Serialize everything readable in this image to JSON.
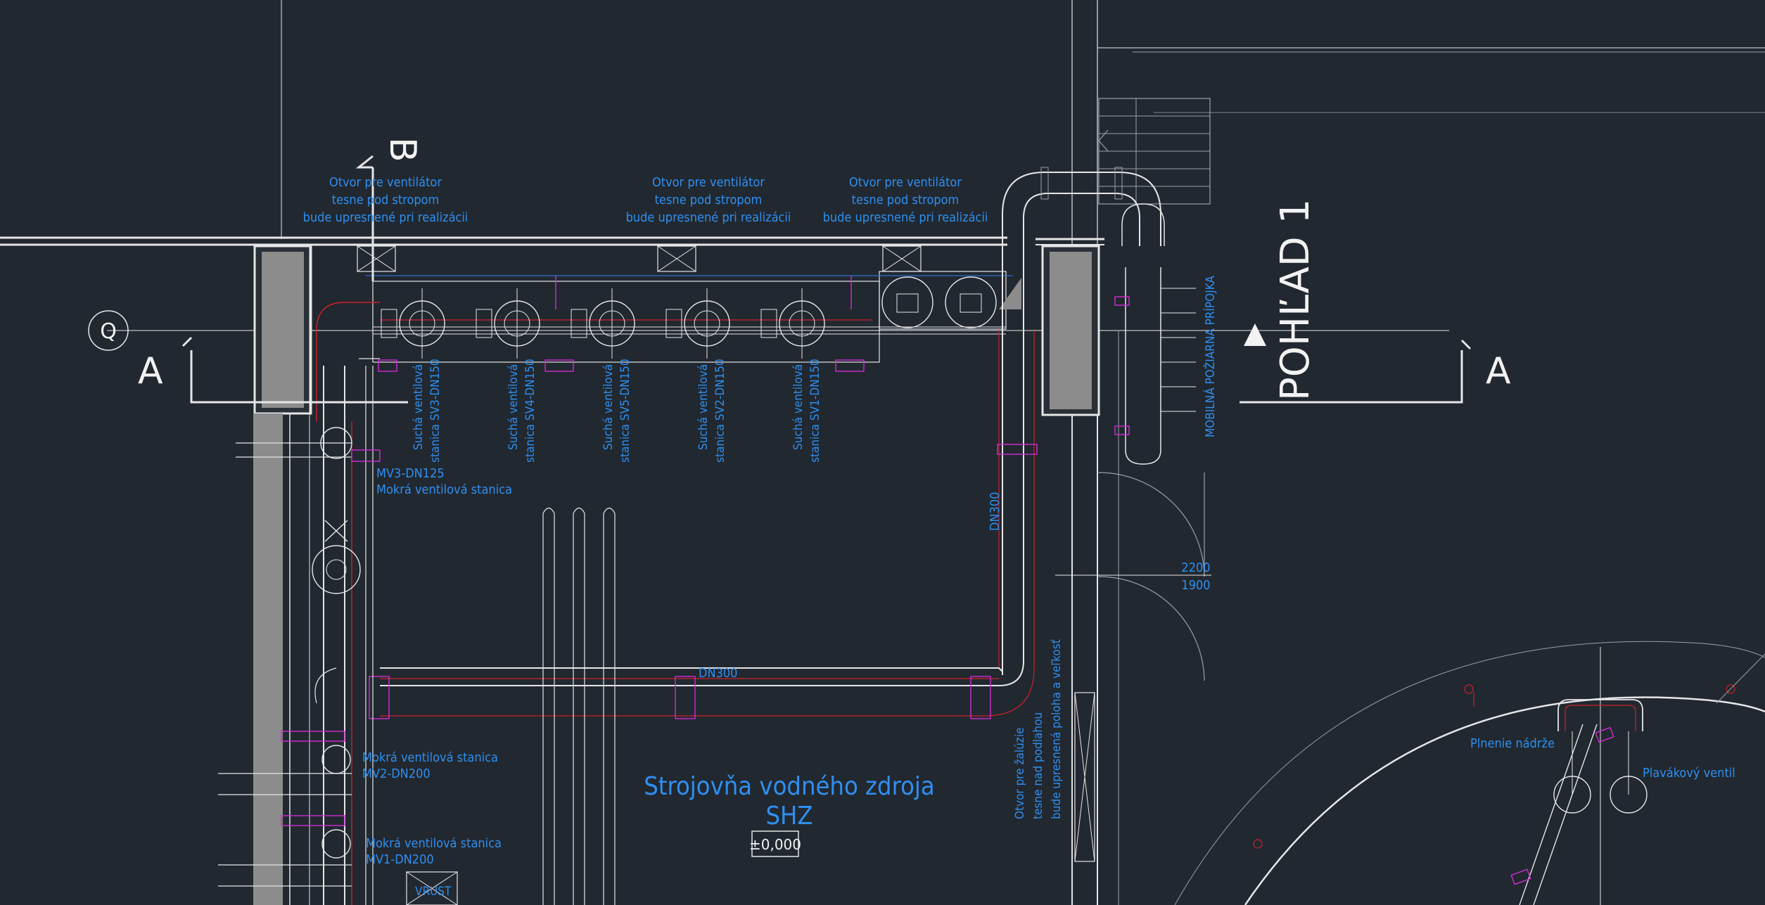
{
  "labels": {
    "vent_opening_1": [
      "Otvor pre ventilátor",
      "tesne pod stropom",
      "bude upresnené pri realizácii"
    ],
    "vent_opening_2": [
      "Otvor pre ventilátor",
      "tesne pod stropom",
      "bude upresnené pri realizácii"
    ],
    "vent_opening_3": [
      "Otvor pre ventilátor",
      "tesne pod stropom",
      "bude upresnené pri realizácii"
    ],
    "dry_stations": [
      [
        "Suchá ventilová",
        "stanica SV3-DN150"
      ],
      [
        "Suchá ventilová",
        "stanica SV4-DN150"
      ],
      [
        "Suchá ventilová",
        "stanica SV5-DN150"
      ],
      [
        "Suchá ventilová",
        "stanica SV2-DN150"
      ],
      [
        "Suchá ventilová",
        "stanica SV1-DN150"
      ]
    ],
    "wet_station_mv3": [
      "MV3-DN125",
      "Mokrá ventilová stanica"
    ],
    "wet_station_mv2": [
      "Mokrá ventilová stanica",
      "MV2-DN200"
    ],
    "wet_station_mv1": [
      "Mokrá ventilová stanica",
      "MV1-DN200"
    ],
    "pipe_dn300_vertical": "DN300",
    "pipe_dn300_horizontal": "DN300",
    "mobile_connection": "MOBILNÁ POŽIARNA PRÍPOJKA",
    "louver_opening": [
      "Otvor pre žalúzie",
      "tesne nad podlahou",
      "bude upresnená poloha a veľkosť"
    ],
    "room_title": "Strojovňa vodného zdroja",
    "room_subtitle": "SHZ",
    "level_mark": "±0,000",
    "door_dim_top": "2200",
    "door_dim_bottom": "1900",
    "tank_fill": "Plnenie nádrže",
    "float_valve": "Plavákový ventil",
    "inlet": "VRUST"
  },
  "markers": {
    "grid_q": "Q",
    "section_a_left": "A",
    "section_a_right": "A",
    "section_b": "B",
    "view_1": "POHĽAD 1"
  },
  "colors": {
    "background": "#212830",
    "annotation": "#2f8ff0",
    "pipe_red": "#d0202c",
    "fitting_magenta": "#d22bd2",
    "wall_fill": "#8c8c8c"
  }
}
